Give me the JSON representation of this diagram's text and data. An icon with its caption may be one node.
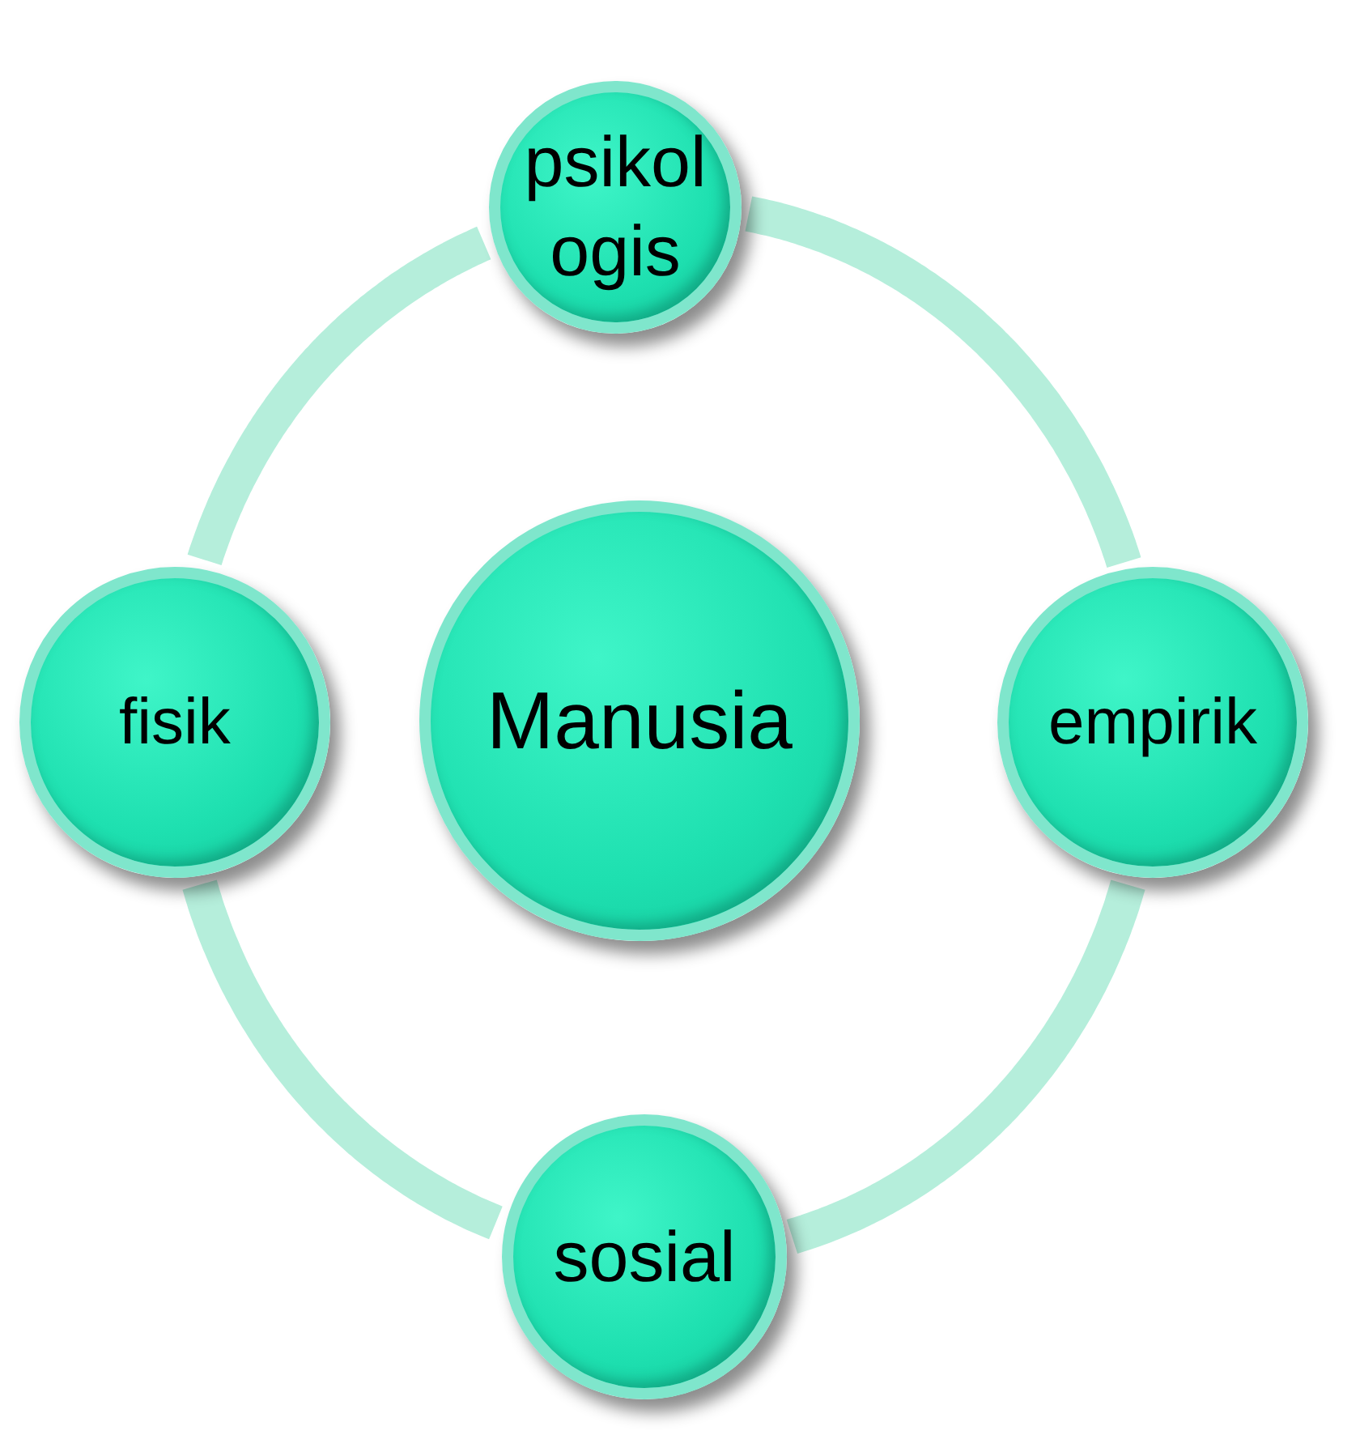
{
  "diagram": {
    "nodes": [
      {
        "text": [
          "psikol ogis"
        ]
      },
      {
        "text": [
          "fisik"
        ]
      },
      {
        "text": [
          "Manusia"
        ]
      },
      {
        "text": [
          "empirik"
        ]
      },
      {
        "text": [
          "sosial"
        ]
      }
    ],
    "edges": [
      {
        "from": 0,
        "to": 3,
        "arrow": "none"
      },
      {
        "from": 3,
        "to": 4,
        "arrow": "none"
      },
      {
        "from": 4,
        "to": 1,
        "arrow": "none"
      },
      {
        "from": 1,
        "to": 0,
        "arrow": "none"
      }
    ]
  }
}
